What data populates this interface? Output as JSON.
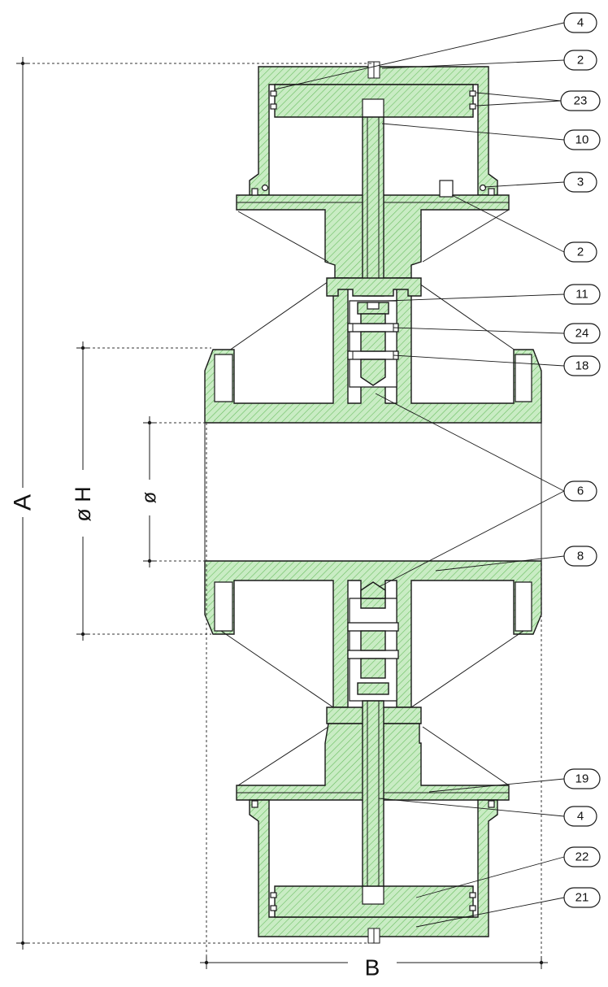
{
  "drawing": {
    "colors": {
      "part_fill": "#c9ecc4",
      "hatch_line": "#6cbf63",
      "line": "#1a1a1a"
    },
    "dimensions": {
      "overall_height": "A",
      "outer_diameter": "ø H",
      "inner_diameter": "ø",
      "overall_width": "B"
    },
    "callouts": [
      {
        "id": "c4a",
        "label": "4"
      },
      {
        "id": "c2a",
        "label": "2"
      },
      {
        "id": "c23",
        "label": "23"
      },
      {
        "id": "c10",
        "label": "10"
      },
      {
        "id": "c3",
        "label": "3"
      },
      {
        "id": "c2b",
        "label": "2"
      },
      {
        "id": "c11",
        "label": "11"
      },
      {
        "id": "c24",
        "label": "24"
      },
      {
        "id": "c18",
        "label": "18"
      },
      {
        "id": "c6",
        "label": "6"
      },
      {
        "id": "c8",
        "label": "8"
      },
      {
        "id": "c19",
        "label": "19"
      },
      {
        "id": "c4b",
        "label": "4"
      },
      {
        "id": "c22",
        "label": "22"
      },
      {
        "id": "c21",
        "label": "21"
      }
    ]
  }
}
